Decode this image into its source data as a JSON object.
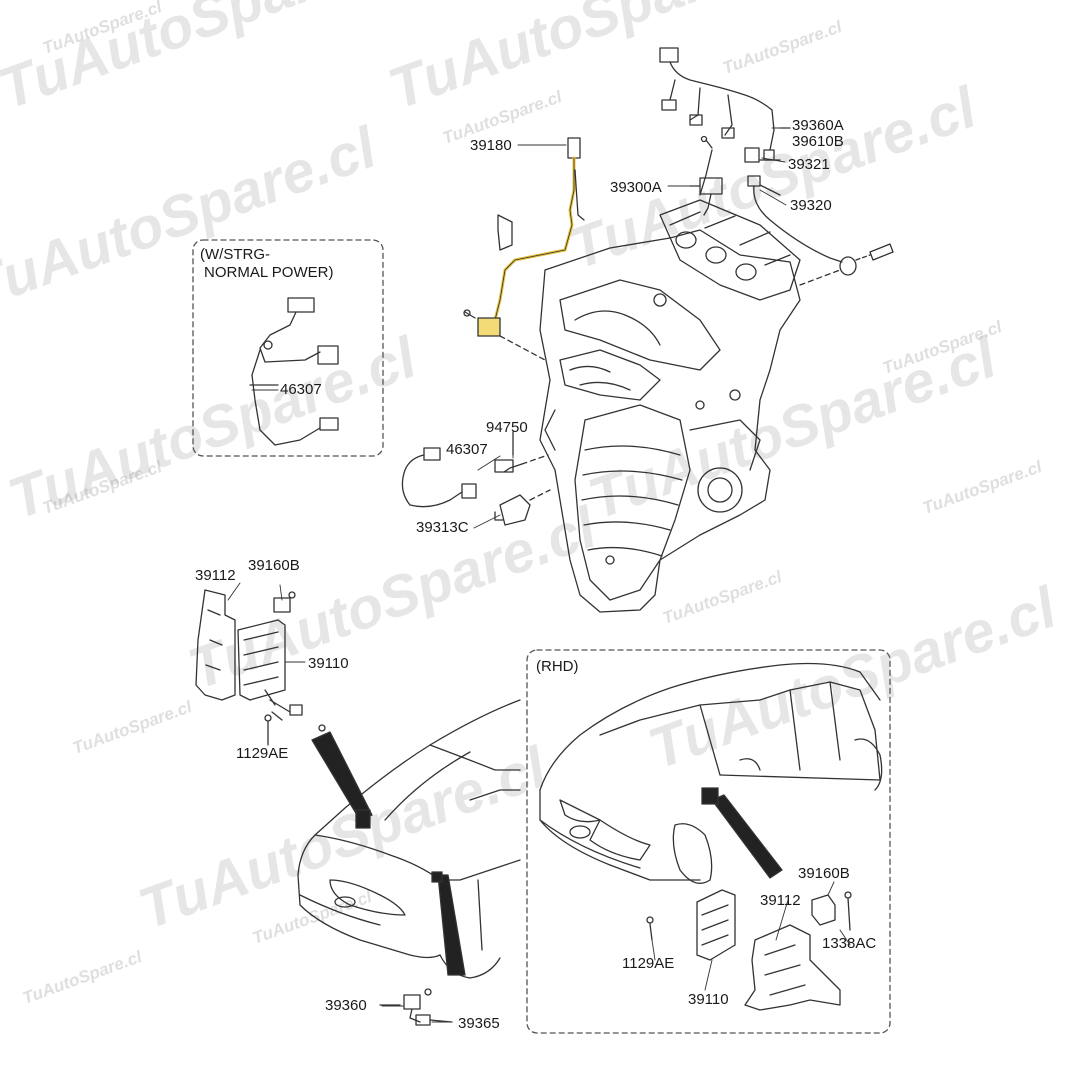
{
  "watermark": {
    "big": "TuAutoSpare.cl",
    "small": "TuAutoSpare.cl"
  },
  "boxes": {
    "strg_title_line1": "(W/STRG-",
    "strg_title_line2": "NORMAL POWER)",
    "rhd_title": "(RHD)"
  },
  "labels": {
    "p39180": "39180",
    "p39360A": "39360A",
    "p39610B": "39610B",
    "p39321": "39321",
    "p39300A": "39300A",
    "p39320": "39320",
    "p46307_box": "46307",
    "p94750": "94750",
    "p46307": "46307",
    "p39313C": "39313C",
    "p39112_l": "39112",
    "p39160B_l": "39160B",
    "p39110_l": "39110",
    "p1129AE_l": "1129AE",
    "p39360": "39360",
    "p39365": "39365",
    "p39160B_r": "39160B",
    "p39112_r": "39112",
    "p1338AC": "1338AC",
    "p1129AE_r": "1129AE",
    "p39110_r": "39110"
  },
  "colors": {
    "line": "#333333",
    "highlight": "#e8c23a",
    "dash": "#555555"
  }
}
